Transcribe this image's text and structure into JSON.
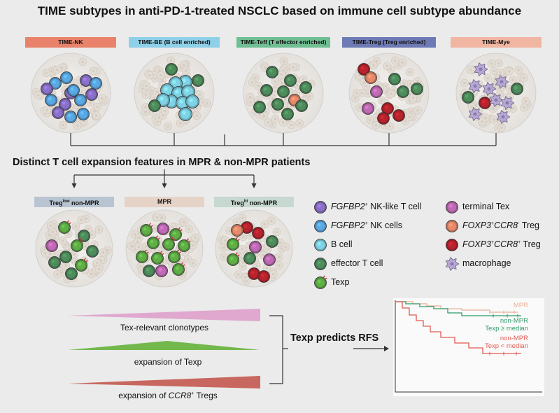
{
  "title": "TIME subtypes in anti-PD-1-treated NSCLC based on immune cell subtype abundance",
  "time_subtypes": [
    {
      "label": "TIME-NK",
      "color": "#e8826a"
    },
    {
      "label": "TIME-BE (B cell enriched)",
      "color": "#8ed0e8"
    },
    {
      "label": "TIME-Teff (T effector enriched)",
      "color": "#6fbf93"
    },
    {
      "label": "TIME-Treg (Treg enriched)",
      "color": "#6d7ab6"
    },
    {
      "label": "TIME-Mye",
      "color": "#f1b6a2"
    }
  ],
  "subtitle": "Distinct T cell expansion features in MPR & non-MPR patients",
  "groups": [
    {
      "prefix": "Treg",
      "sup": "low",
      "suffix": " non-MPR",
      "color": "#b9c4d2"
    },
    {
      "prefix": "MPR",
      "sup": "",
      "suffix": "",
      "color": "#e6d3c7"
    },
    {
      "prefix": "Treg",
      "sup": "hi",
      "suffix": " non-MPR",
      "color": "#c6d8d0"
    }
  ],
  "legend": [
    {
      "italic": "FGFBP2",
      "sup": "+",
      "rest": " NK-like T cell",
      "icon": "nk-like-t-cell-icon"
    },
    {
      "italic": "FGFBP2",
      "sup": "+",
      "rest": " NK cells",
      "icon": "nk-cell-icon"
    },
    {
      "italic": "",
      "sup": "",
      "rest": "B cell",
      "icon": "b-cell-icon"
    },
    {
      "italic": "",
      "sup": "",
      "rest": "effector T cell",
      "icon": "effector-t-cell-icon"
    },
    {
      "italic": "",
      "sup": "",
      "rest": "Texp",
      "icon": "texp-icon"
    },
    {
      "italic": "",
      "sup": "",
      "rest": "terminal Tex",
      "icon": "terminal-tex-icon"
    },
    {
      "italic": "FOXP3",
      "sup": "+",
      "italic2": "CCR8",
      "sup2": "-",
      "rest": " Treg",
      "icon": "ccr8-neg-treg-icon"
    },
    {
      "italic": "FOXP3",
      "sup": "+",
      "italic2": "CCR8",
      "sup2": "+",
      "rest": " Treg",
      "icon": "ccr8-pos-treg-icon"
    },
    {
      "italic": "",
      "sup": "",
      "rest": "macrophage",
      "icon": "macrophage-icon"
    }
  ],
  "triangles": [
    {
      "label": "Tex-relevant clonotypes",
      "color": "#e0a8cf"
    },
    {
      "label": "expansion of Texp",
      "color": "#73b84c"
    },
    {
      "label_pre": "expansion of ",
      "label_italic": "CCR8",
      "label_sup": "+",
      "label_post": " Tregs",
      "color": "#c8675f"
    }
  ],
  "rfs_label": "Texp predicts RFS",
  "km": {
    "curves": [
      {
        "label": "MPR",
        "color": "#e8b096"
      },
      {
        "label_lines": [
          "non-MPR",
          "Texp ≥ median"
        ],
        "color": "#2f9a6a"
      },
      {
        "label_lines": [
          "non-MPR",
          "Texp < median"
        ],
        "color": "#e05c55"
      }
    ]
  },
  "colors": {
    "background": "#ebebeb",
    "nk": "#8a70c8",
    "nkcell": "#5aa8e4",
    "bcell": "#7fd3e6",
    "teff": "#4e8c5c",
    "texp": "#5fae46",
    "tex": "#c06ab5",
    "treg_neg": "#e88a6a",
    "treg_pos": "#b8232d",
    "macrophage": "#b8a8d8"
  }
}
